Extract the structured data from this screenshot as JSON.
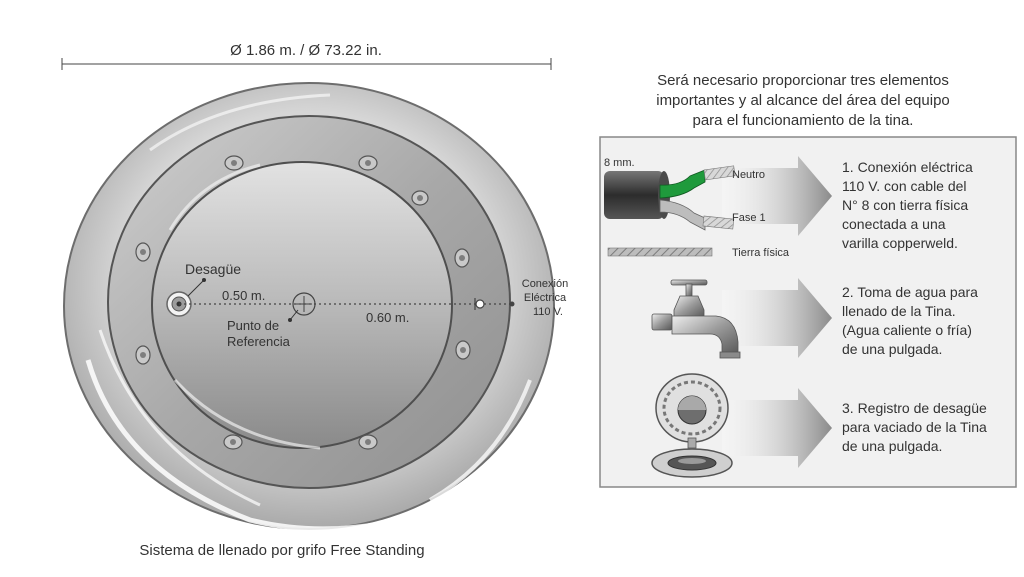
{
  "diagram": {
    "diameter_label": "Ø 1.86 m. / Ø 73.22 in.",
    "labels": {
      "desague": "Desagüe",
      "dist_050": "0.50 m.",
      "dist_060": "0.60 m.",
      "punto_ref_1": "Punto de",
      "punto_ref_2": "Referencia",
      "conexion_1": "Conexión",
      "conexion_2": "Eléctrica",
      "conexion_3": "110 V."
    },
    "caption": "Sistema de llenado por grifo Free Standing"
  },
  "requirements": {
    "intro_lines": [
      "Será necesario proporcionar tres elementos",
      "importantes y al alcance del área del equipo",
      "para el funcionamiento de la tina."
    ],
    "cable_labels": {
      "size": "8 mm.",
      "neutro": "Neutro",
      "fase": "Fase 1",
      "tierra": "Tierra física"
    },
    "items": [
      {
        "lines": [
          "1. Conexión eléctrica",
          "110 V. con cable del",
          "N° 8 con tierra física",
          "conectada a una",
          "varilla copperweld."
        ]
      },
      {
        "lines": [
          "2. Toma de agua para",
          "llenado de la Tina.",
          "(Agua caliente o fría)",
          "de una pulgada."
        ]
      },
      {
        "lines": [
          "3. Registro de desagüe",
          "para vaciado de la Tina",
          "de una pulgada."
        ]
      }
    ]
  },
  "colors": {
    "text": "#333333",
    "cable_green": "#1f9a3c",
    "panel_bg": "#f1f1f1",
    "panel_border": "#888888"
  }
}
